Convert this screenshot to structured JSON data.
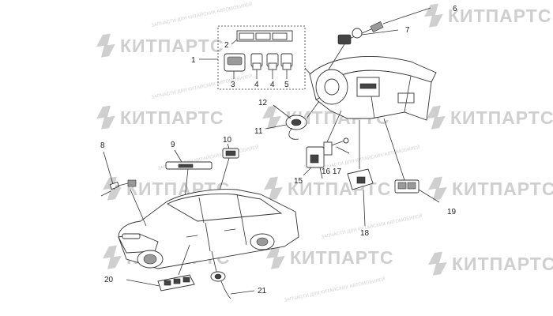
{
  "watermark": {
    "brand": "КИТПАРТС",
    "tagline": "ЗАПЧАСТИ ДЛЯ КИТАЙСКИХ АВТОМОБИЛЕЙ"
  },
  "callouts": [
    {
      "id": "c1",
      "label": "1"
    },
    {
      "id": "c2",
      "label": "2"
    },
    {
      "id": "c3",
      "label": "3"
    },
    {
      "id": "c4a",
      "label": "4"
    },
    {
      "id": "c4b",
      "label": "4"
    },
    {
      "id": "c5",
      "label": "5"
    },
    {
      "id": "c6",
      "label": "6"
    },
    {
      "id": "c7",
      "label": "7"
    },
    {
      "id": "c8",
      "label": "8"
    },
    {
      "id": "c9",
      "label": "9"
    },
    {
      "id": "c10",
      "label": "10"
    },
    {
      "id": "c11",
      "label": "11"
    },
    {
      "id": "c12",
      "label": "12"
    },
    {
      "id": "c15",
      "label": "15"
    },
    {
      "id": "c1617",
      "label": "16 17"
    },
    {
      "id": "c18",
      "label": "18"
    },
    {
      "id": "c19",
      "label": "19"
    },
    {
      "id": "c20",
      "label": "20"
    },
    {
      "id": "c21",
      "label": "21"
    }
  ]
}
